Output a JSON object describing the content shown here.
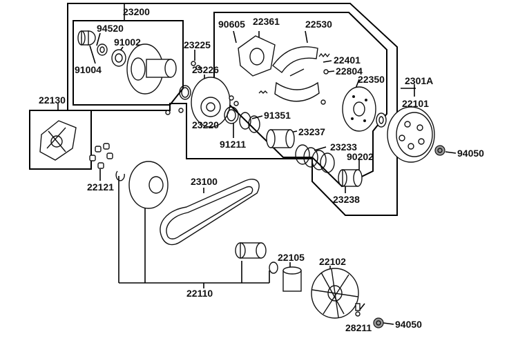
{
  "diagram": {
    "labels": {
      "p23200": "23200",
      "p94520": "94520",
      "p91002": "91002",
      "p91004": "91004",
      "p23225": "23225",
      "p23226": "23226",
      "p23220": "23220",
      "p91211": "91211",
      "p91351": "91351",
      "p23237": "23237",
      "p23233": "23233",
      "p90202": "90202",
      "p23238": "23238",
      "p90605": "90605",
      "p22361": "22361",
      "p22530": "22530",
      "p22401": "22401",
      "p22804": "22804",
      "p22350": "22350",
      "p2301A": "2301A",
      "p22101": "22101",
      "p94050a": "94050",
      "p22130": "22130",
      "p22121": "22121",
      "p23100": "23100",
      "p22105": "22105",
      "p22102": "22102",
      "p22110": "22110",
      "p28211": "28211",
      "p94050b": "94050"
    }
  }
}
